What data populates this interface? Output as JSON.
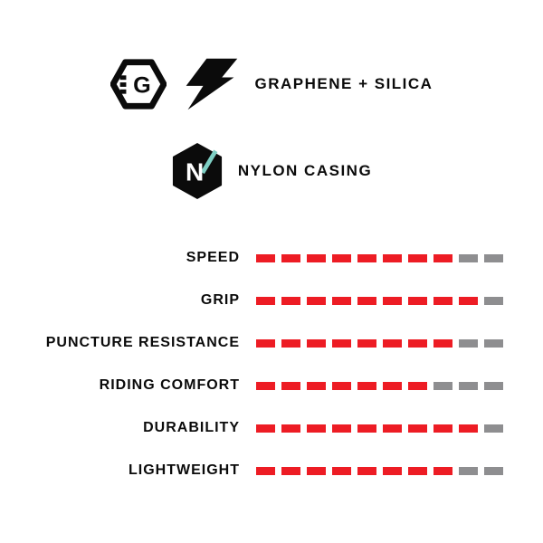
{
  "header": {
    "row1": {
      "g_letter": "G",
      "label": "GRAPHENE + SILICA"
    },
    "row2": {
      "n_letter": "N",
      "label": "NYLON CASING"
    }
  },
  "icons": [
    {
      "name": "graphene-hex-icon",
      "shape": "hexagon-outline-with-G-and-speed-dashes"
    },
    {
      "name": "silica-bolt-icon",
      "shape": "black-lightning-bolt"
    },
    {
      "name": "nylon-hex-icon",
      "shape": "black-hexagon-with-white-N-and-teal-slash"
    }
  ],
  "colors": {
    "filled": "#ed1c24",
    "empty": "#8e8e90",
    "icon_black": "#0b0b0b",
    "nylon_slash": "#7ecfc4",
    "background": "#ffffff"
  },
  "chart_data": {
    "type": "bar",
    "style": "segmented-dashes",
    "orientation": "horizontal",
    "title": "",
    "categories": [
      "SPEED",
      "GRIP",
      "PUNCTURE RESISTANCE",
      "RIDING COMFORT",
      "DURABILITY",
      "LIGHTWEIGHT"
    ],
    "values": [
      8,
      9,
      8,
      7,
      9,
      8
    ],
    "segments_total": 10,
    "max": 10,
    "legend": "none",
    "filled_color": "#ed1c24",
    "empty_color": "#8e8e90"
  }
}
